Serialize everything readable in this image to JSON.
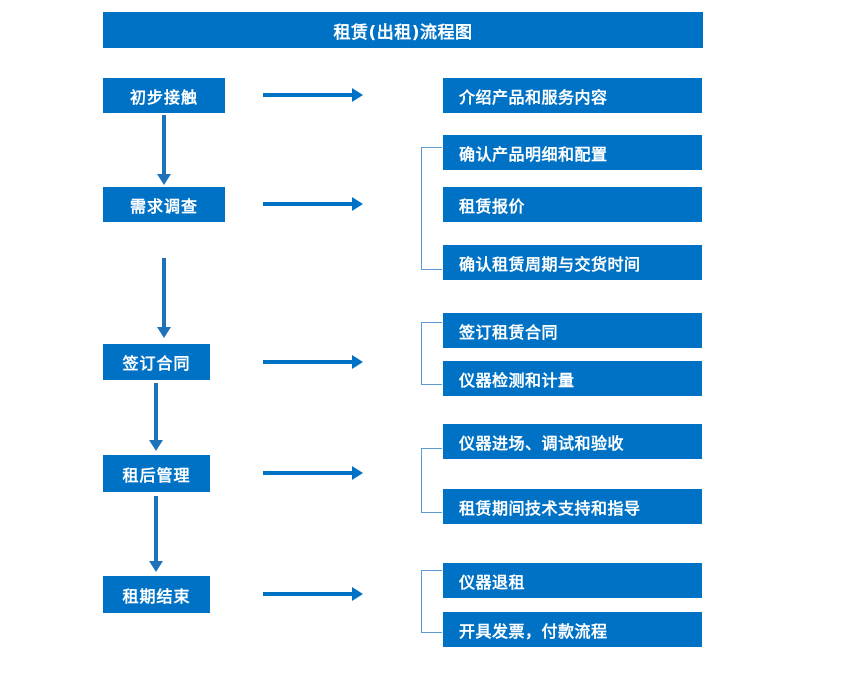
{
  "diagram": {
    "title": "租赁(出租)流程图",
    "theme": {
      "box_fill": "#0072C6",
      "box_text": "#FFFFFF",
      "arrow_color": "#0072C6",
      "vertical_arrow_color": "#1E72B8",
      "bracket_color": "#5B9BD5",
      "background": "#FFFFFF"
    },
    "stages": [
      {
        "label": "初步接触",
        "arrow": "right-arrow"
      },
      {
        "label": "需求调查",
        "arrow": "right-arrow"
      },
      {
        "label": "签订合同",
        "arrow": "right-arrow"
      },
      {
        "label": "租后管理",
        "arrow": "right-arrow"
      },
      {
        "label": "租期结束",
        "arrow": "right-arrow"
      }
    ],
    "flow_connectors": [
      {
        "from": "初步接触",
        "to": "需求调查",
        "type": "down-arrow"
      },
      {
        "from": "需求调查",
        "to": "签订合同",
        "type": "down-arrow"
      },
      {
        "from": "签订合同",
        "to": "租后管理",
        "type": "down-arrow"
      },
      {
        "from": "租后管理",
        "to": "租期结束",
        "type": "down-arrow"
      }
    ],
    "detail_groups": [
      {
        "stage": "初步接触",
        "bracketed": false,
        "items": [
          "介绍产品和服务内容"
        ]
      },
      {
        "stage": "需求调查",
        "bracketed": true,
        "items": [
          "确认产品明细和配置",
          "租赁报价",
          "确认租赁周期与交货时间"
        ]
      },
      {
        "stage": "签订合同",
        "bracketed": true,
        "items": [
          "签订租赁合同",
          "仪器检测和计量"
        ]
      },
      {
        "stage": "租后管理",
        "bracketed": true,
        "items": [
          "仪器进场、调试和验收",
          "租赁期间技术支持和指导"
        ]
      },
      {
        "stage": "租期结束",
        "bracketed": true,
        "items": [
          "仪器退租",
          "开具发票，付款流程"
        ]
      }
    ]
  }
}
